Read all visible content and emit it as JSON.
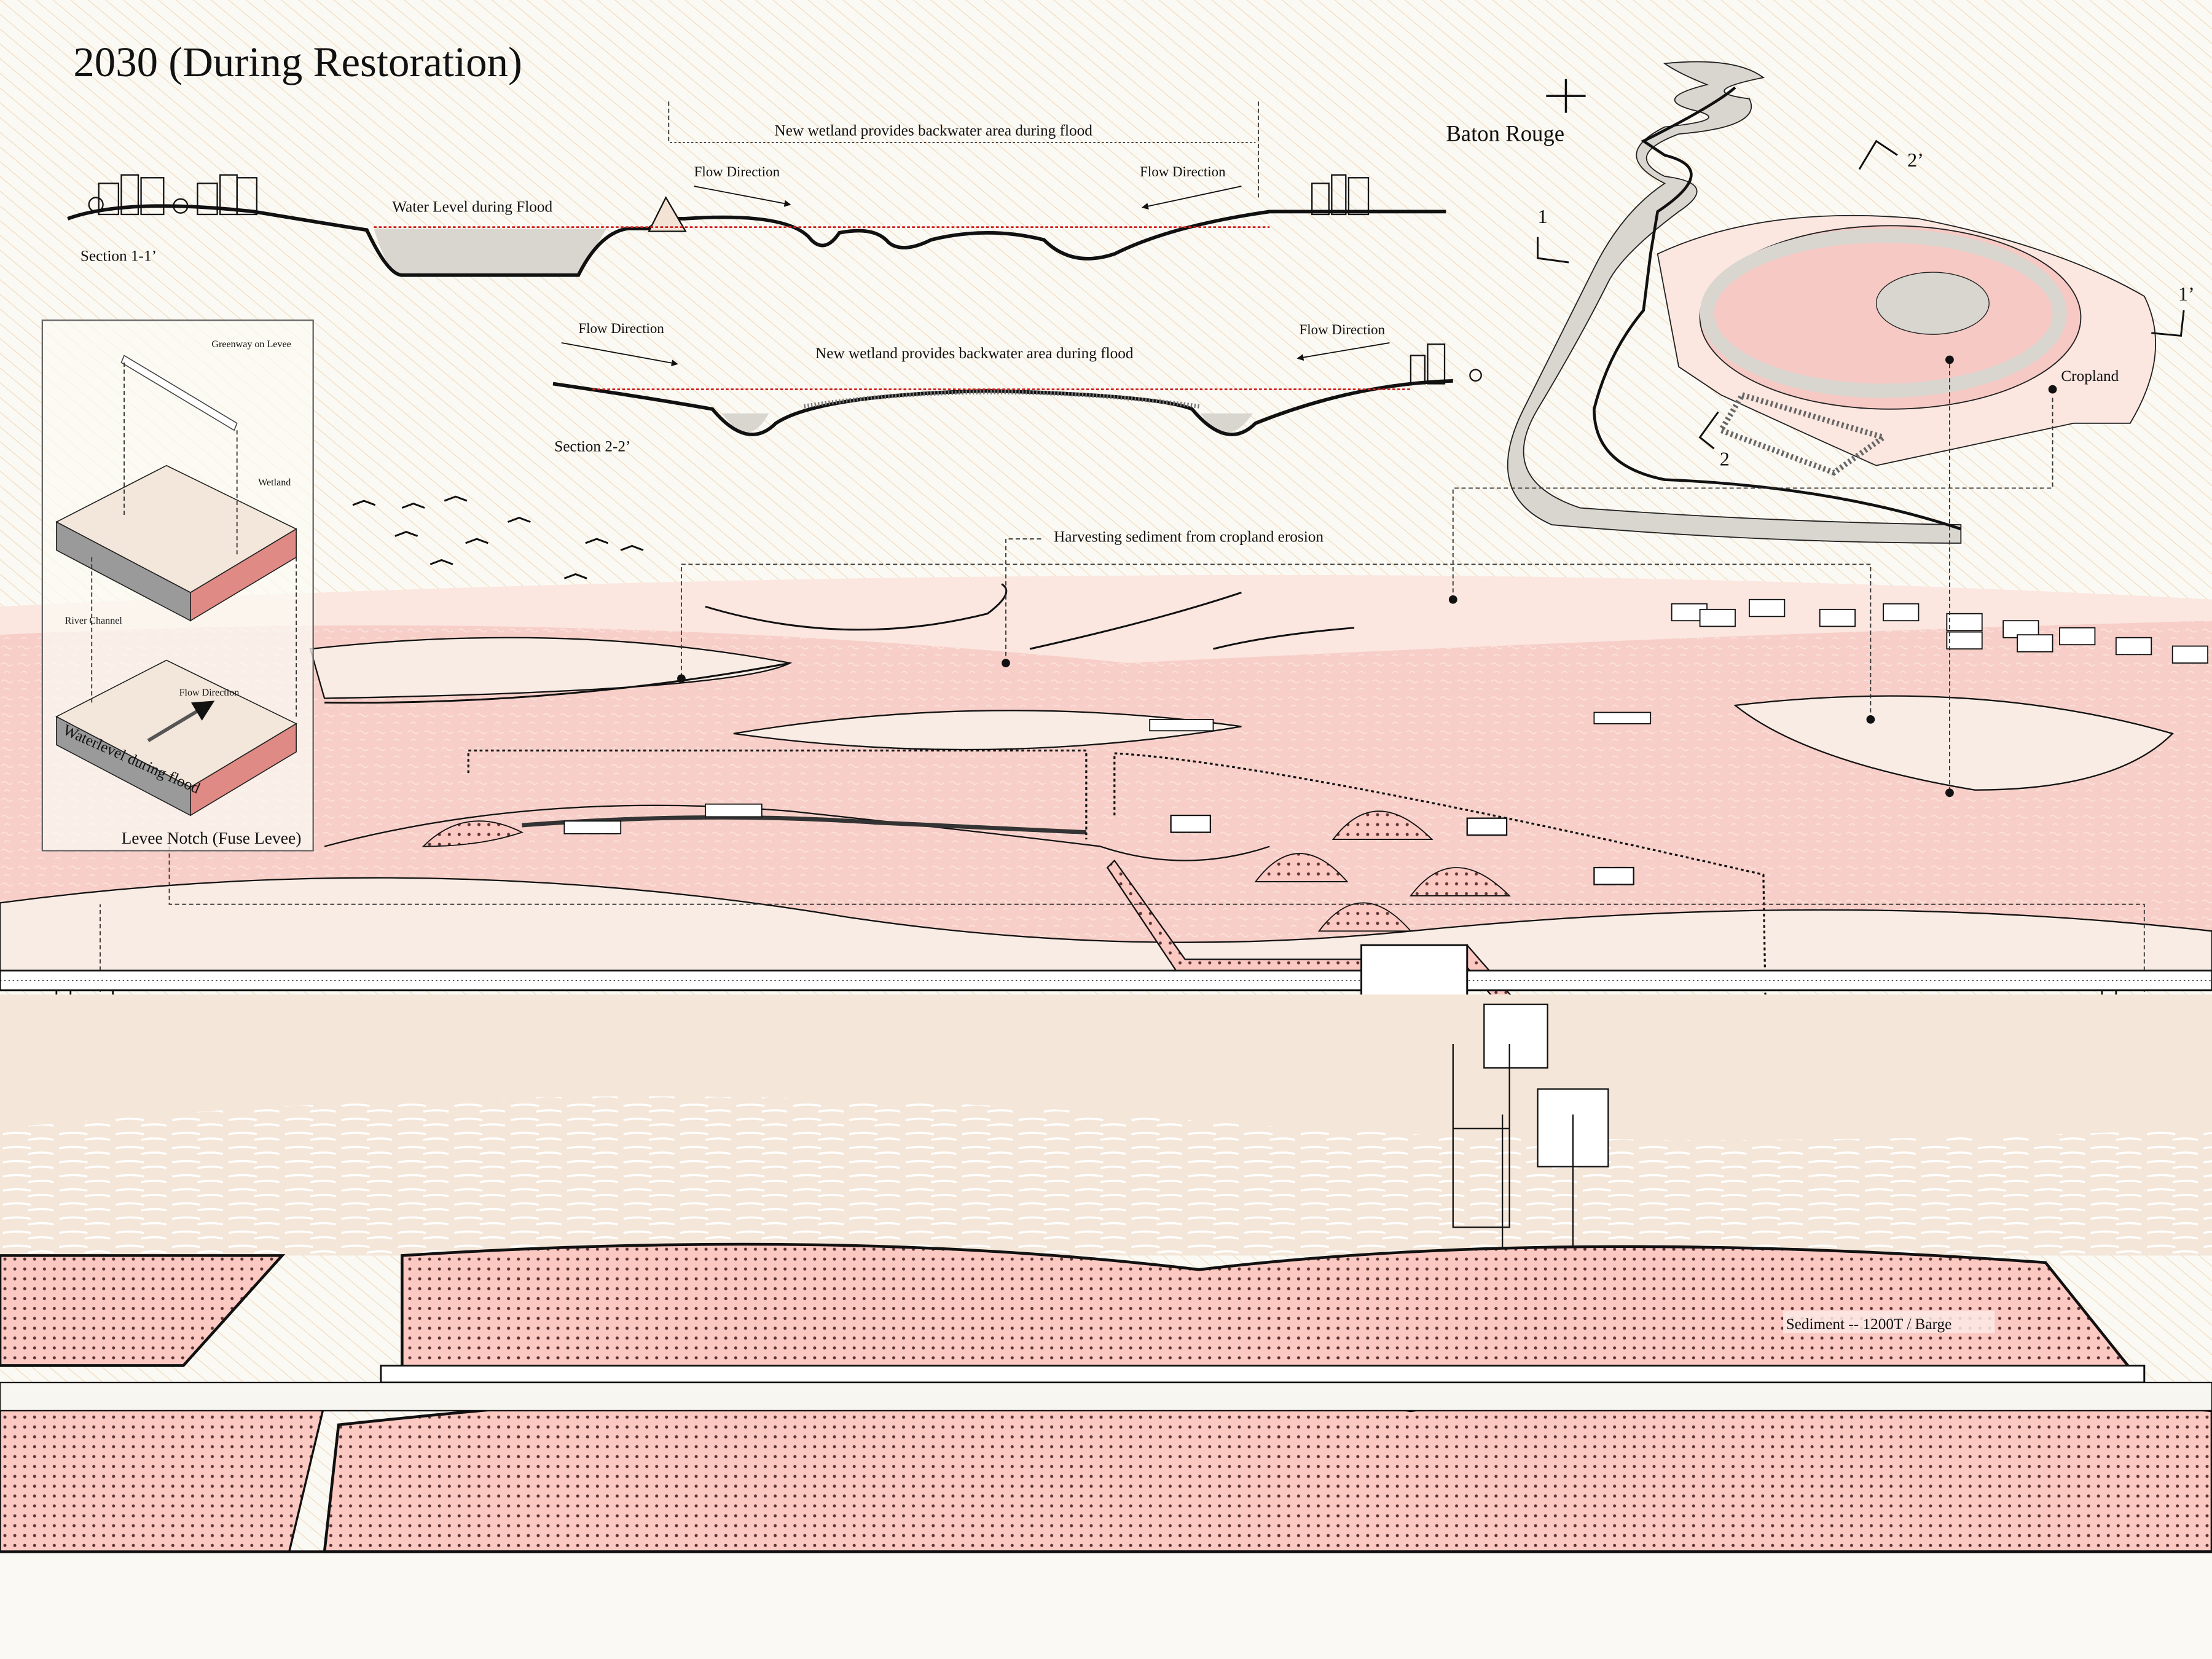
{
  "title": "2030 (During Restoration)",
  "section_1": {
    "label": "Section 1-1’",
    "water_level": "Water Level during Flood",
    "flow_left": "Flow Direction",
    "flow_right": "Flow Direction",
    "note": "New wetland provides backwater area during flood"
  },
  "section_2": {
    "label": "Section 2-2’",
    "flow_left": "Flow Direction",
    "flow_right": "Flow Direction",
    "note": "New wetland provides backwater area during flood"
  },
  "map": {
    "city": "Baton Rouge",
    "cut_1": "1",
    "cut_1p": "1’",
    "cut_2": "2",
    "cut_2p": "2’",
    "cropland": "Cropland"
  },
  "inset": {
    "greenway": "Greenway on Levee",
    "wetland": "Wetland",
    "river_channel": "River Channel",
    "flow": "Flow Direction",
    "waterlevel": "Waterlevel during flood",
    "caption": "Levee Notch (Fuse Levee)"
  },
  "annotations": {
    "harvesting": "Harvesting  sediment from cropland erosion",
    "sediment": "Sediment -- 1200T / Barge"
  },
  "colors": {
    "background": "#fbf9f3",
    "hatch": "#e9c9a0",
    "pink": "#f6c9c4",
    "pale_pink": "#fbe6e0",
    "sand": "#f4e6d8",
    "water_grey": "#d9d6d0",
    "flood_line": "#d02020"
  }
}
